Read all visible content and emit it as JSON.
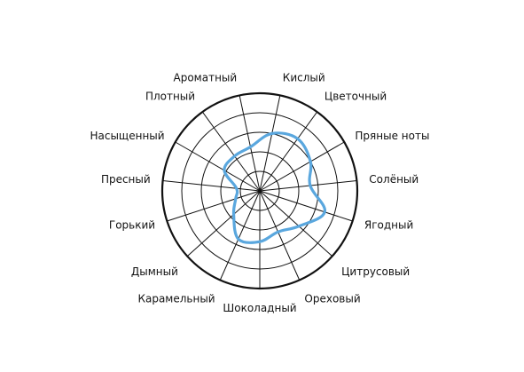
{
  "chart_data": {
    "type": "radar",
    "axes": [
      "Кислый",
      "Цветочный",
      "Пряные ноты",
      "Солёный",
      "Ягодный",
      "Цитрусовый",
      "Ореховый",
      "Шоколадный",
      "Карамельный",
      "Дымный",
      "Горький",
      "Пресный",
      "Насыщенный",
      "Плотный",
      "Ароматный"
    ],
    "rings": 5,
    "scale_max": 5,
    "values": [
      3.0,
      3.3,
      3.0,
      2.6,
      3.5,
      2.7,
      2.3,
      2.6,
      2.7,
      1.8,
      1.3,
      1.2,
      2.1,
      2.2,
      2.3
    ],
    "line_color": "#5aa7de",
    "grid_color": "#111111"
  }
}
